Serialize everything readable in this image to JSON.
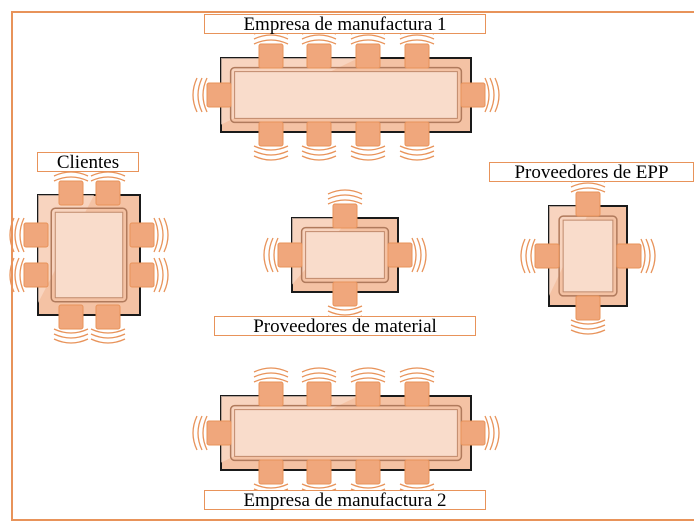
{
  "floor_plan": {
    "colors": {
      "border": "#e8935a",
      "table_fill": "#f4c2a4",
      "table_stroke": "#1a1a1a",
      "inner_fill": "#f9dccb",
      "chair_fill": "#f0a77c",
      "chair_stroke": "#e8935a"
    },
    "groups": [
      {
        "id": "manufacturing-1",
        "label": "Empresa de manufactura 1",
        "table_shape": "long-rectangle",
        "seats": 10
      },
      {
        "id": "clientes",
        "label": "Clientes",
        "table_shape": "vertical-rectangle",
        "seats": 8
      },
      {
        "id": "material",
        "label": "Proveedores de material",
        "table_shape": "rectangle",
        "seats": 4
      },
      {
        "id": "epp",
        "label": "Proveedores de EPP",
        "table_shape": "vertical-rectangle",
        "seats": 4
      },
      {
        "id": "manufacturing-2",
        "label": "Empresa de manufactura 2",
        "table_shape": "long-rectangle",
        "seats": 10
      }
    ]
  }
}
